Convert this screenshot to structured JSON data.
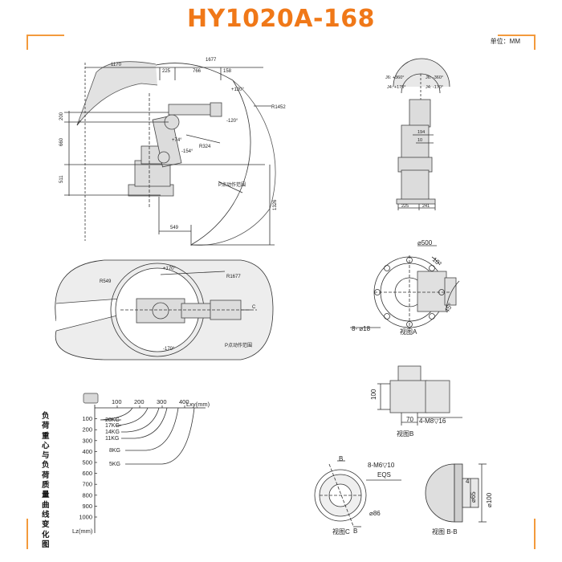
{
  "title": "HY1020A-168",
  "unit": "单位：MM",
  "side_view": {
    "dims": [
      "1170",
      "1677",
      "225",
      "766",
      "158",
      "200",
      "660",
      "511",
      "549",
      "1326"
    ],
    "labels": {
      "r1452": "R1452",
      "r324": "R324",
      "p_range": "P点动作范围",
      "a120": "+120°",
      "am120": "-120°",
      "a74": "+74°",
      "am154": "-154°"
    }
  },
  "top_view": {
    "labels": {
      "r549": "R549",
      "r1677": "R1677",
      "ap170": "+170°",
      "am170": "-170°",
      "p_range": "P点动作范围",
      "c": "C"
    }
  },
  "front_view": {
    "labels": {
      "j6p": "J6: +360°",
      "j6m": "J6: -360°",
      "j4p": "J4: +170°",
      "j4m": "J4: -170°",
      "d194": "194",
      "d10": "10",
      "d225": "225",
      "d241": "241"
    }
  },
  "view_a": {
    "caption": "视图A",
    "d500": "⌀500",
    "a10": "10°",
    "a45": "45°",
    "holes": "8- ⌀18"
  },
  "view_b": {
    "caption": "视图B",
    "h100": "100",
    "w70": "70",
    "thread": "4-M8▽16"
  },
  "view_c": {
    "caption": "视图C",
    "thread": "8-M6▽10",
    "eqs": "EQS",
    "d86": "⌀86",
    "b": "B"
  },
  "view_bb": {
    "caption": "视图 B-B",
    "d4": "4",
    "d65": "⌀65",
    "d100": "⌀100"
  },
  "load_chart": {
    "vertical_title": "负荷重心与负荷质量曲线变化图",
    "x_axis_label": "Lxy(mm)",
    "y_axis_label": "Lz(mm)",
    "x_ticks": [
      "100",
      "200",
      "300",
      "400"
    ],
    "y_ticks": [
      "100",
      "200",
      "300",
      "400",
      "500",
      "600",
      "700",
      "800",
      "900",
      "1000"
    ],
    "curves": [
      {
        "label": "20KG"
      },
      {
        "label": "17KG"
      },
      {
        "label": "14KG"
      },
      {
        "label": "11KG"
      },
      {
        "label": "8KG"
      },
      {
        "label": "5KG"
      }
    ]
  }
}
